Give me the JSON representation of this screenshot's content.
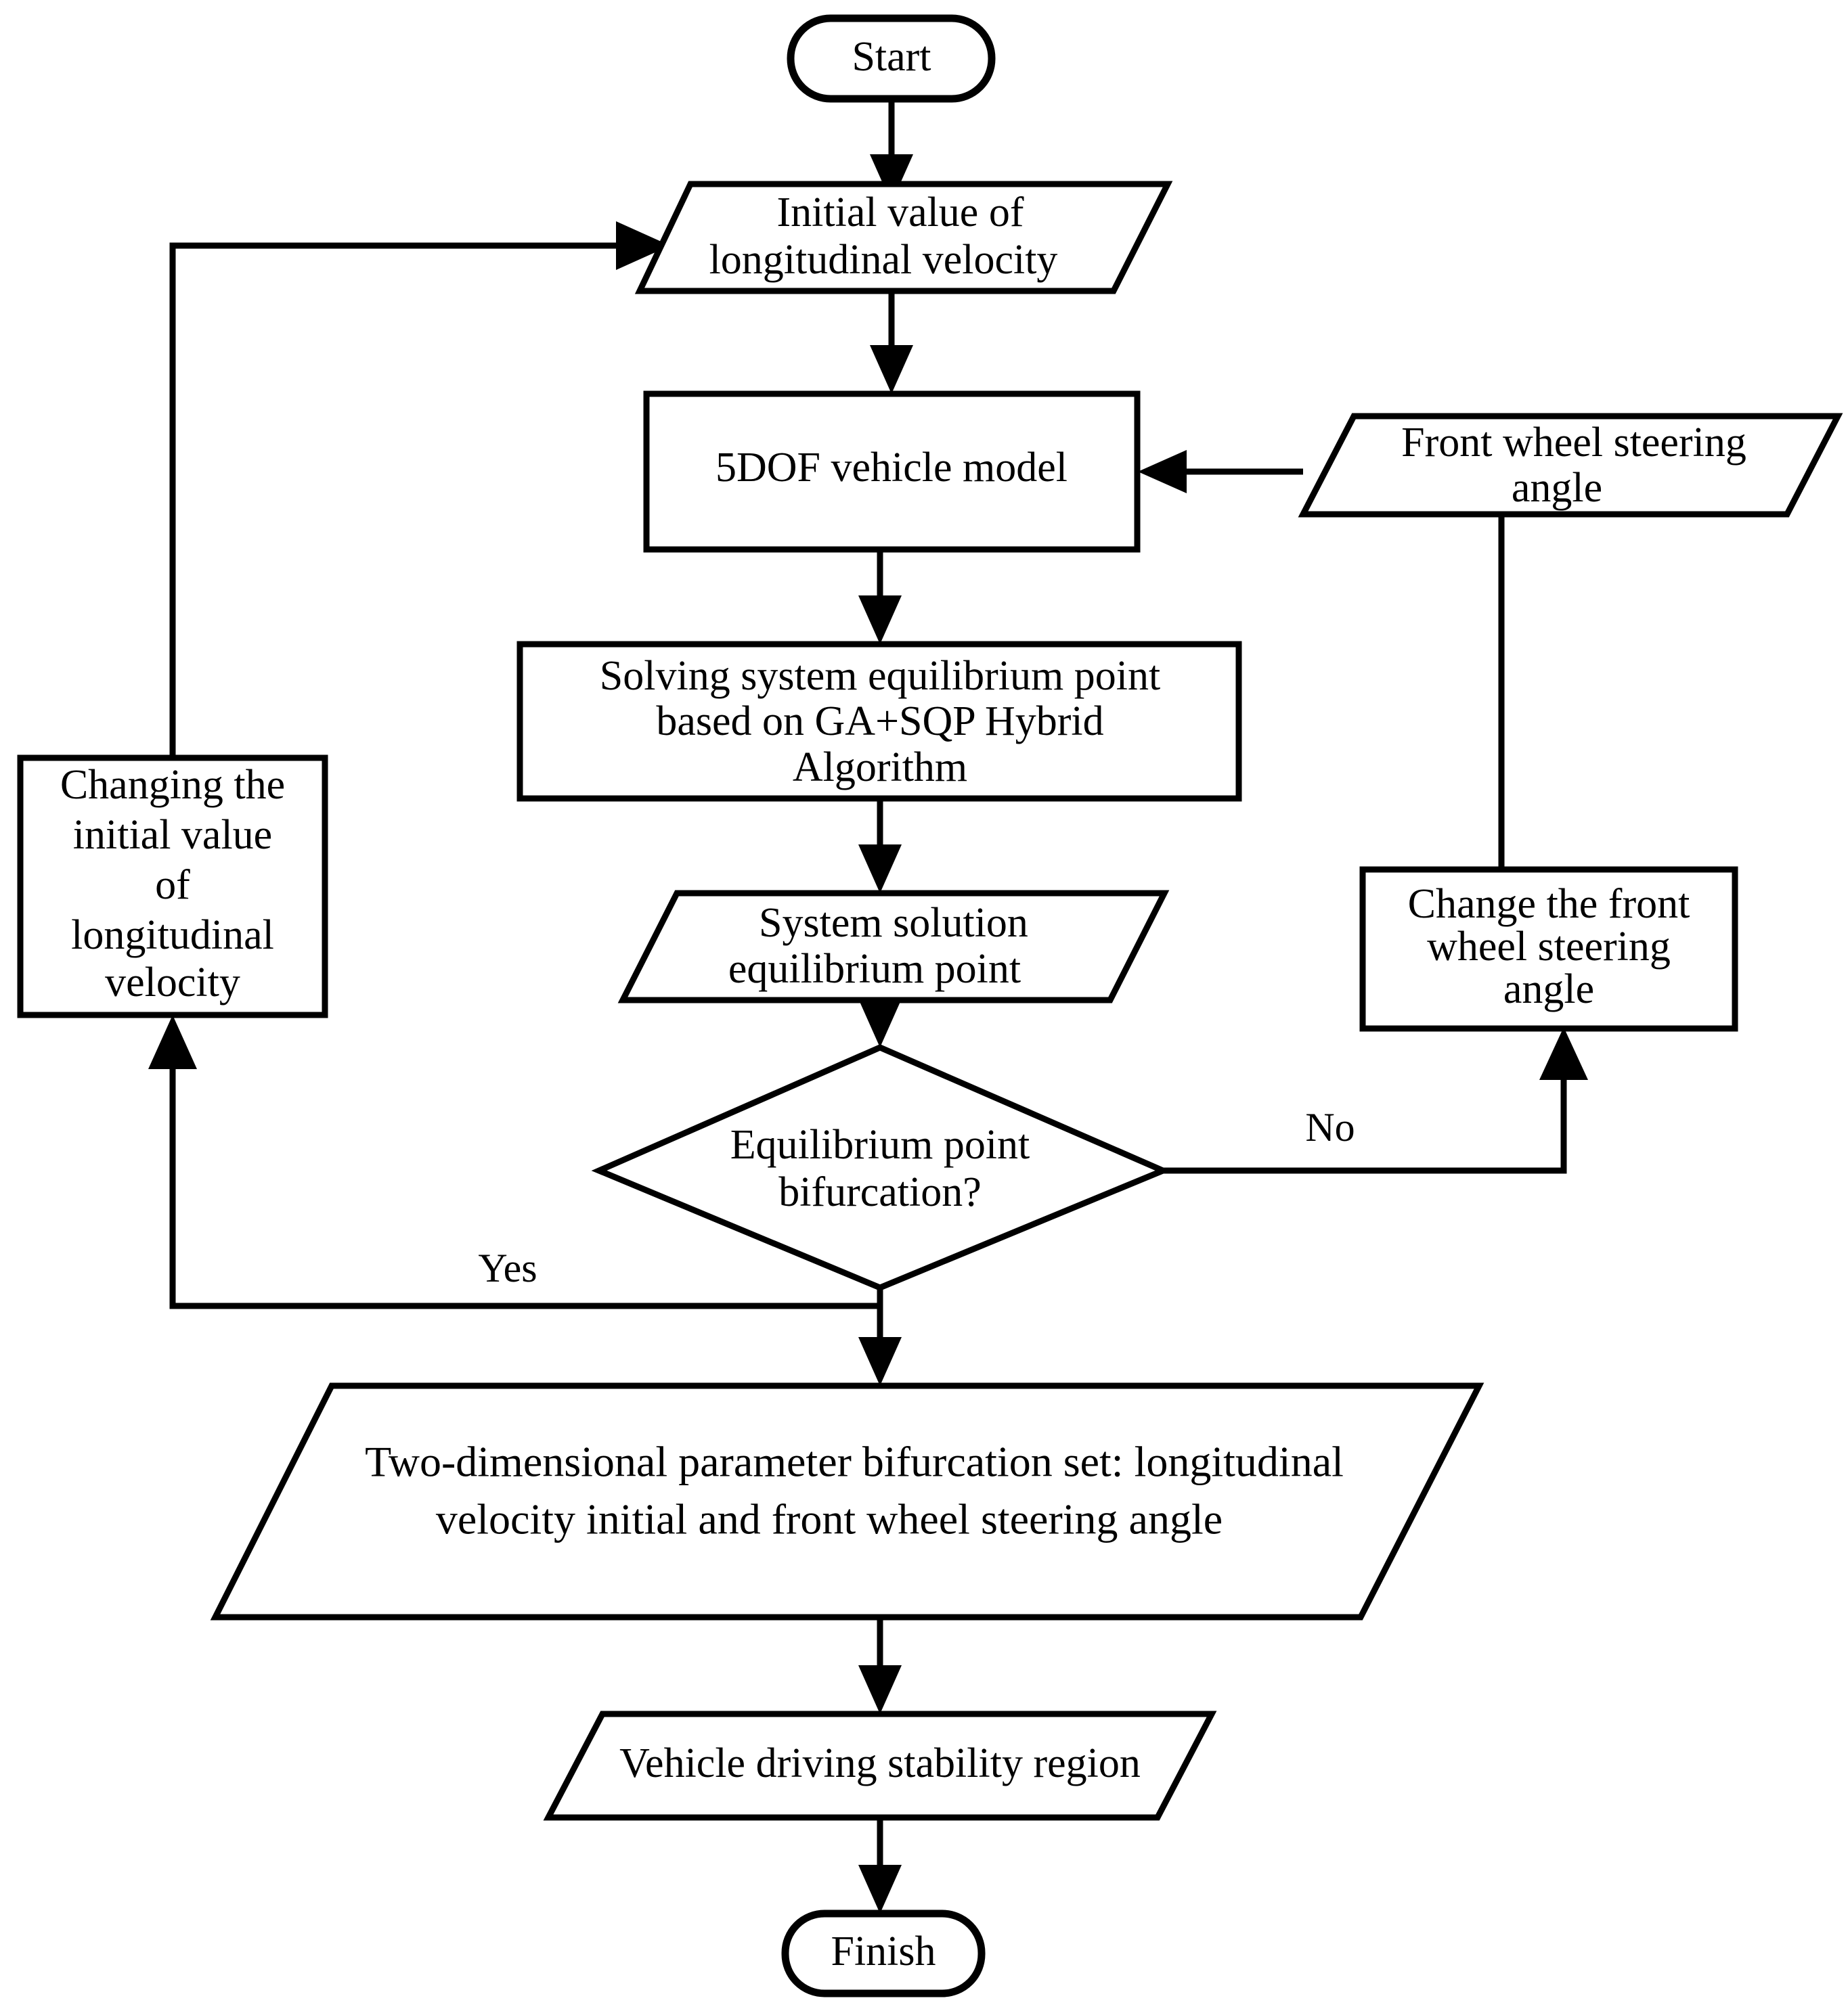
{
  "diagram": {
    "title": "Vehicle stability region bifurcation analysis flowchart",
    "background_color": "#ffffff",
    "line_color": "#000000",
    "text_color": "#000000"
  },
  "nodes": {
    "start": {
      "label": "Start",
      "shape": "terminator"
    },
    "initial_value": {
      "line1": "Initial value of",
      "line2": "longitudinal velocity",
      "shape": "parallelogram"
    },
    "vehicle_model": {
      "label": "5DOF vehicle model",
      "shape": "rectangle"
    },
    "front_wheel_input": {
      "line1": "Front wheel steering",
      "line2": "angle",
      "shape": "parallelogram"
    },
    "solving": {
      "line1": "Solving system equilibrium point",
      "line2": "based on GA+SQP Hybrid",
      "line3": "Algorithm",
      "shape": "rectangle"
    },
    "system_solution": {
      "line1": "System solution",
      "line2": "equilibrium point",
      "shape": "parallelogram"
    },
    "change_steering": {
      "line1": "Change the front",
      "line2": "wheel steering",
      "line3": "angle",
      "shape": "rectangle"
    },
    "changing_initial": {
      "line1": "Changing the",
      "line2": "initial value",
      "line3": "of",
      "line4": "longitudinal",
      "line5": "velocity",
      "shape": "rectangle"
    },
    "decision": {
      "line1": "Equilibrium point",
      "line2": "bifurcation?",
      "shape": "diamond"
    },
    "bifurcation_set": {
      "line1": "Two-dimensional parameter bifurcation set: longitudinal",
      "line2": "velocity initial and front wheel steering angle",
      "shape": "parallelogram"
    },
    "stability_region": {
      "label": "Vehicle driving stability region",
      "shape": "parallelogram"
    },
    "finish": {
      "label": "Finish",
      "shape": "terminator"
    }
  },
  "edge_labels": {
    "yes": "Yes",
    "no": "No"
  },
  "edges": [
    {
      "from": "start",
      "to": "initial_value",
      "label": ""
    },
    {
      "from": "initial_value",
      "to": "vehicle_model",
      "label": ""
    },
    {
      "from": "front_wheel_input",
      "to": "vehicle_model",
      "label": ""
    },
    {
      "from": "vehicle_model",
      "to": "solving",
      "label": ""
    },
    {
      "from": "solving",
      "to": "system_solution",
      "label": ""
    },
    {
      "from": "system_solution",
      "to": "decision",
      "label": ""
    },
    {
      "from": "decision",
      "to": "change_steering",
      "label": "No"
    },
    {
      "from": "decision",
      "to": "changing_initial",
      "label": "Yes"
    },
    {
      "from": "changing_initial",
      "to": "initial_value",
      "label": ""
    },
    {
      "from": "front_wheel_input",
      "to": "change_steering",
      "label": ""
    },
    {
      "from": "decision",
      "to": "bifurcation_set",
      "label": ""
    },
    {
      "from": "bifurcation_set",
      "to": "stability_region",
      "label": ""
    },
    {
      "from": "stability_region",
      "to": "finish",
      "label": ""
    }
  ]
}
